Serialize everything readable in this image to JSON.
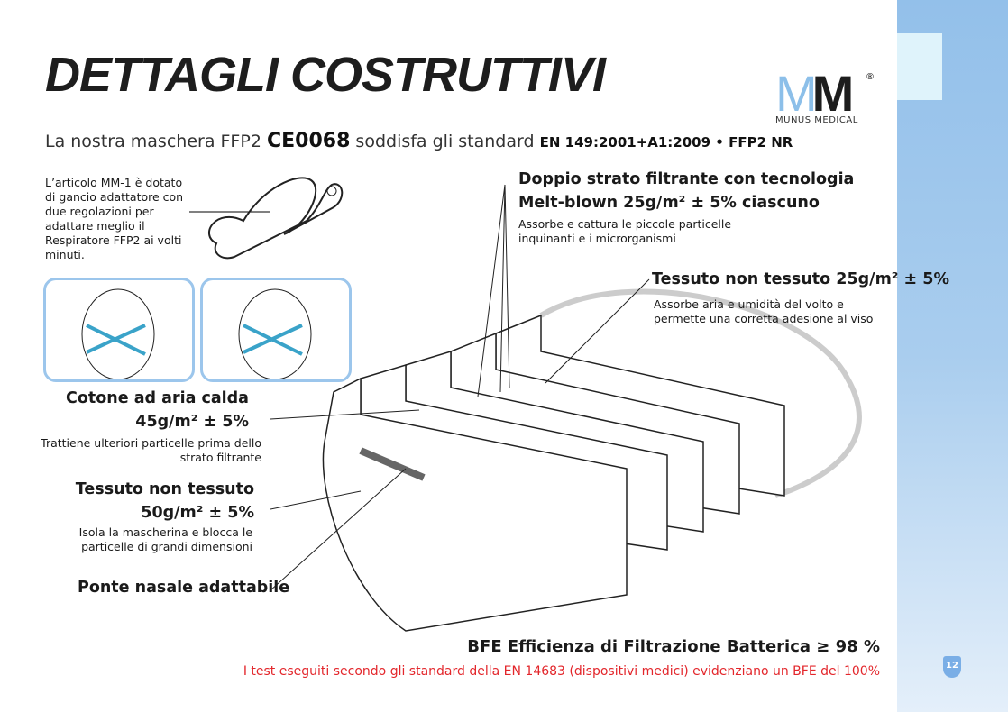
{
  "title": "DETTAGLI COSTRUTTIVI",
  "logo": {
    "mark": "MM",
    "registered": "®",
    "name": "MUNUS MEDICAL"
  },
  "subtitle": {
    "prefix": "La nostra maschera FFP2",
    "ce": "CE",
    "number": "0068",
    "middle": "soddisfa gli standard",
    "standard": "EN 149:2001+A1:2009 • FFP2 NR"
  },
  "hook_note": "L’articolo MM-1 è dotato di gancio adattatore con due regolazioni per adattare meglio il Respiratore FFP2 ai volti minuti.",
  "layers": {
    "meltblown": {
      "title1": "Doppio strato filtrante con tecnologia",
      "title2": "Melt-blown 25g/m² ± 5% ciascuno",
      "desc": "Assorbe e cattura le piccole particelle inquinanti e i microrganismi"
    },
    "inner": {
      "title": "Tessuto non tessuto 25g/m² ± 5%",
      "desc": "Assorbe aria e umidità del volto e permette una corretta adesione al viso"
    },
    "cotton": {
      "title1": "Cotone ad aria calda",
      "title2": "45g/m² ± 5%",
      "desc": "Trattiene ulteriori particelle prima dello strato filtrante"
    },
    "outer": {
      "title1": "Tessuto non tessuto",
      "title2": "50g/m² ± 5%",
      "desc": "Isola la mascherina e blocca le particelle di grandi dimensioni"
    },
    "nose": {
      "title": "Ponte nasale adattabile"
    }
  },
  "bfe": "BFE Efficienza di Filtrazione Batterica ≥ 98 %",
  "bfe_note": "I test eseguiti secondo gli standard della EN 14683 (dispositivi medici) evidenziano un BFE del 100%",
  "page_number": "12"
}
